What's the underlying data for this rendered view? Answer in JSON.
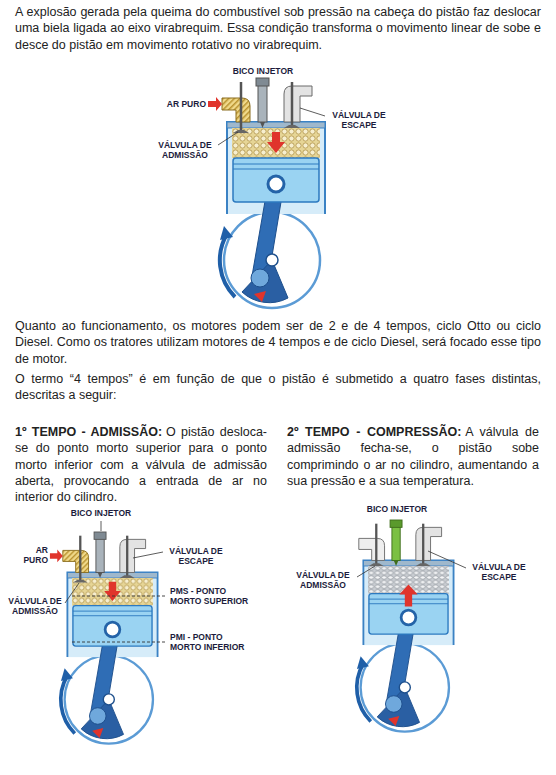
{
  "diagram": {
    "labels": [
      "A explosão gerada pela queima do combustível sob pressão na cabeça do pistão faz deslocar uma biela ligada ao eixo virabrequim. Essa condição transforma o movimento linear de sobe e desce do pistão em movimento rotativo no virabrequim.",
      "BICO INJETOR",
      "AR PURO",
      "VÁLVULA DE ESCAPE",
      "VÁLVULA DE ADMISSÃO",
      "Quanto ao funcionamento, os motores podem ser de 2 e de 4 tempos, ciclo Otto ou ciclo Diesel. Como os tratores utilizam motores de 4 tempos e de ciclo Diesel, será focado esse tipo de motor.",
      "O termo “4 tempos” é em função de que o pistão é submetido a quatro fases distintas, descritas a seguir:",
      "1º TEMPO - ADMISSÃO:",
      "O pistão desloca-se do ponto morto superior para o ponto morto inferior com a válvula de admissão aberta, provocando a entrada de ar no interior do cilindro.",
      "2º TEMPO - COMPRESSÃO:",
      "A válvula de admissão fecha-se, o pistão sobe comprimindo o ar no cilindro, aumentando a sua pressão e a sua temperatura.",
      "BICO INJETOR",
      "AR PURO",
      "VÁLVULA DE ESCAPE",
      "PMS - PONTO MORTO SUPERIOR",
      "VÁLVULA DE ADMISSÃO",
      "PMI - PONTO MORTO INFERIOR",
      "BICO INJETOR",
      "VÁLVULA DE ADMISSÃO",
      "VÁLVULA DE ESCAPE"
    ]
  }
}
